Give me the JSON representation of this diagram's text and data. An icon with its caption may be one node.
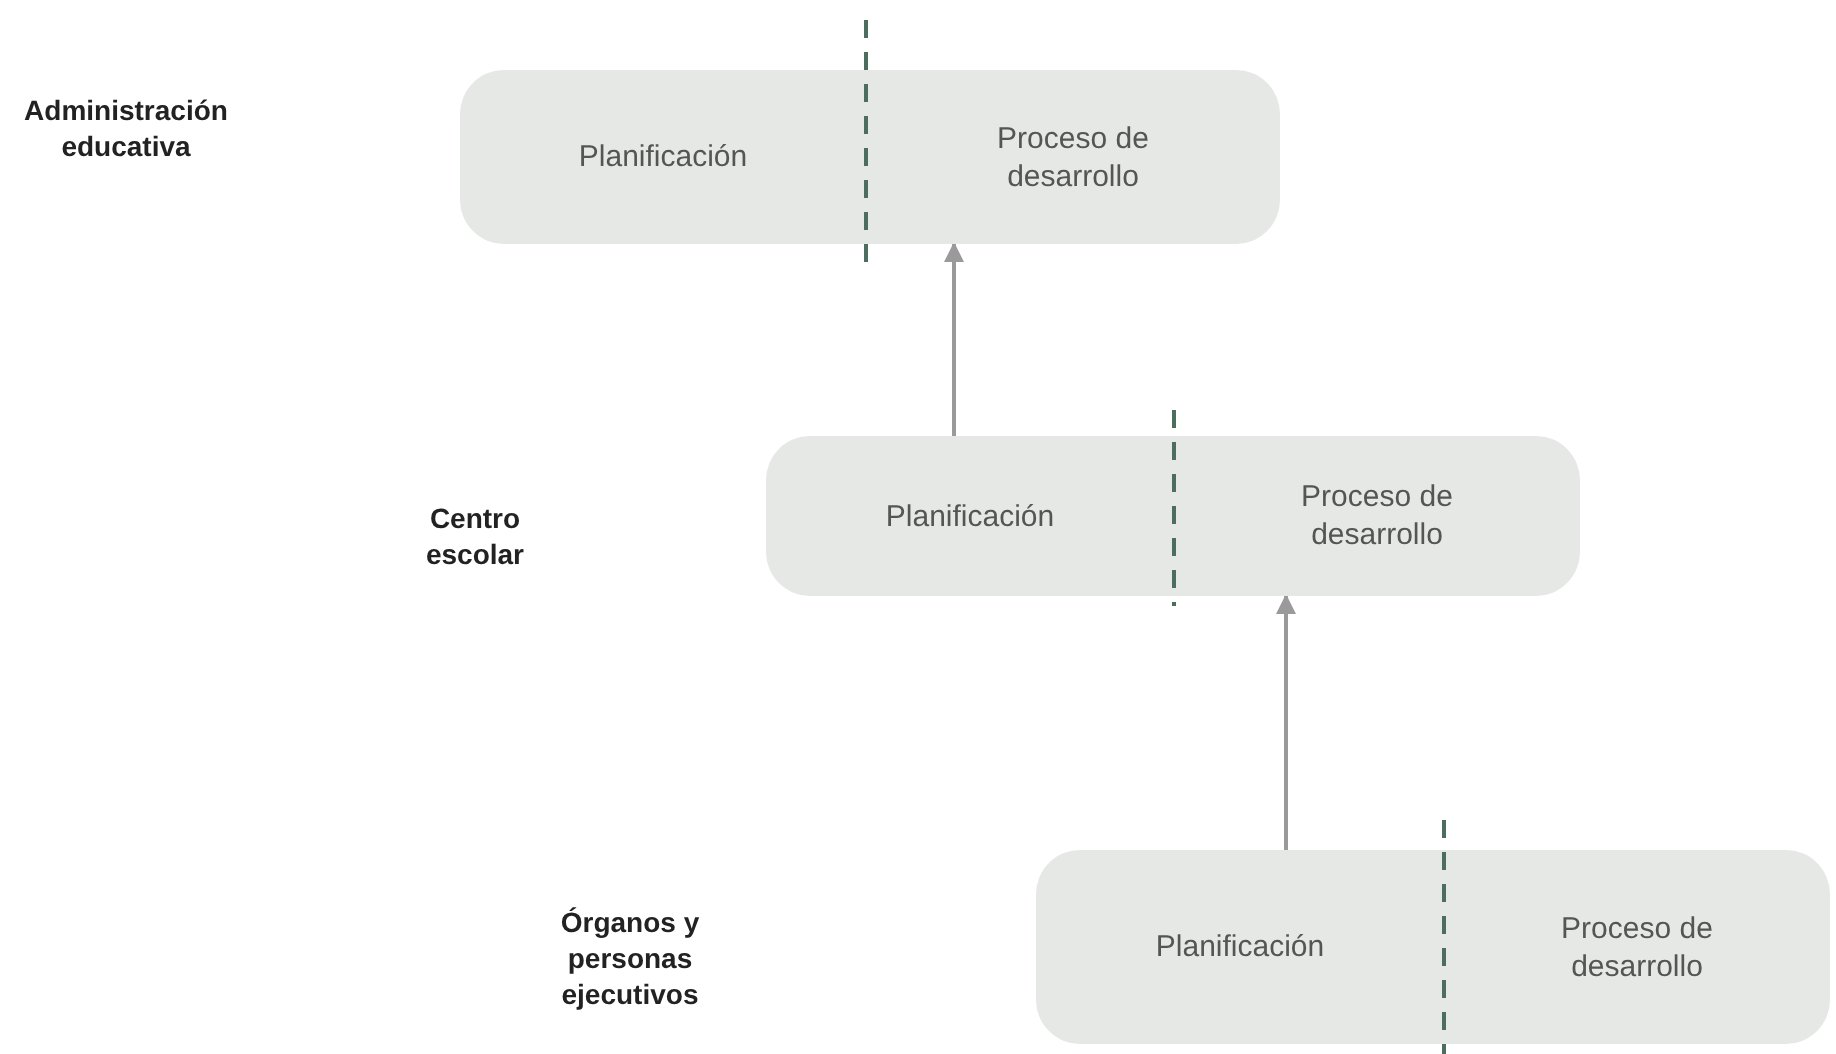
{
  "diagram": {
    "nodes": [
      {
        "text": [
          "Planificación",
          "Proceso de desarrollo"
        ]
      },
      {
        "text": [
          "Planificación",
          "Proceso de desarrollo"
        ]
      },
      {
        "text": [
          "Planificación",
          "Proceso de desarrollo"
        ]
      }
    ],
    "labels": [
      "Administración educativa",
      "Centro escolar",
      "Órganos y personas ejecutivos"
    ],
    "edges": [
      {
        "from": 1,
        "to": 0,
        "arrow": "to"
      },
      {
        "from": 2,
        "to": 1,
        "arrow": "to"
      }
    ]
  }
}
